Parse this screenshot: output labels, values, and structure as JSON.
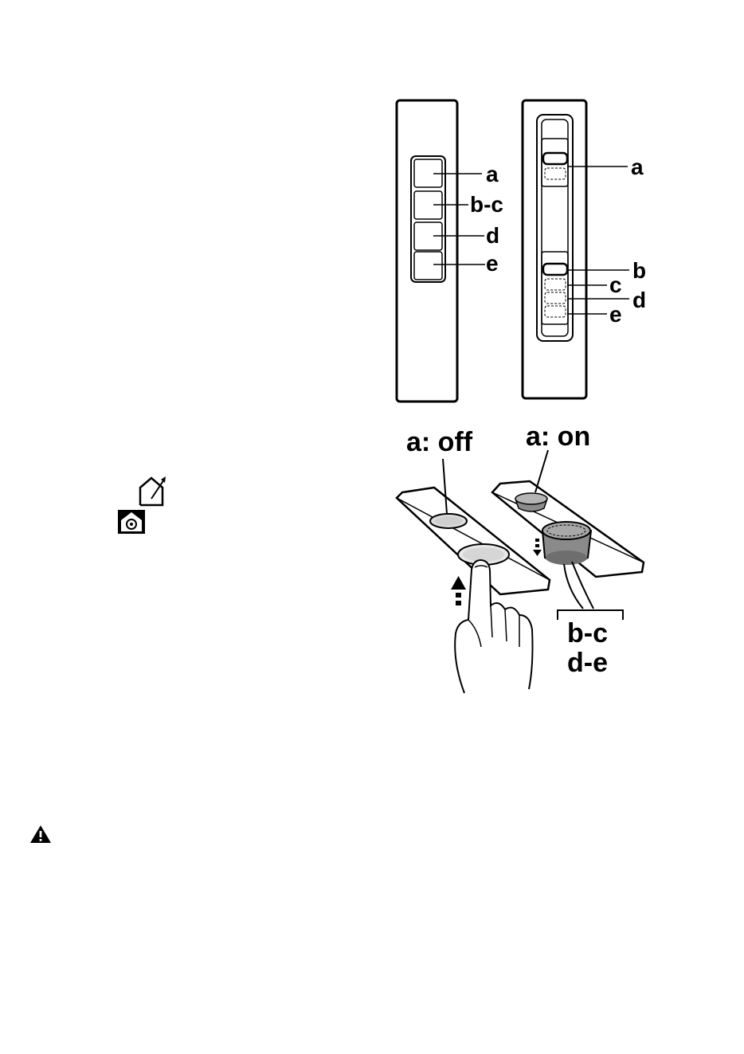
{
  "panel_left": {
    "labels": [
      "a",
      "b-c",
      "d",
      "e"
    ]
  },
  "panel_right": {
    "labels": [
      "a",
      "b",
      "c",
      "d",
      "e"
    ]
  },
  "illustration": {
    "off_label": "a: off",
    "on_label": "a: on",
    "knob_label_1": "b-c",
    "knob_label_2": "d-e"
  },
  "icons": [
    "house-ventilation-icon",
    "house-recirculation-icon",
    "warning-icon"
  ]
}
